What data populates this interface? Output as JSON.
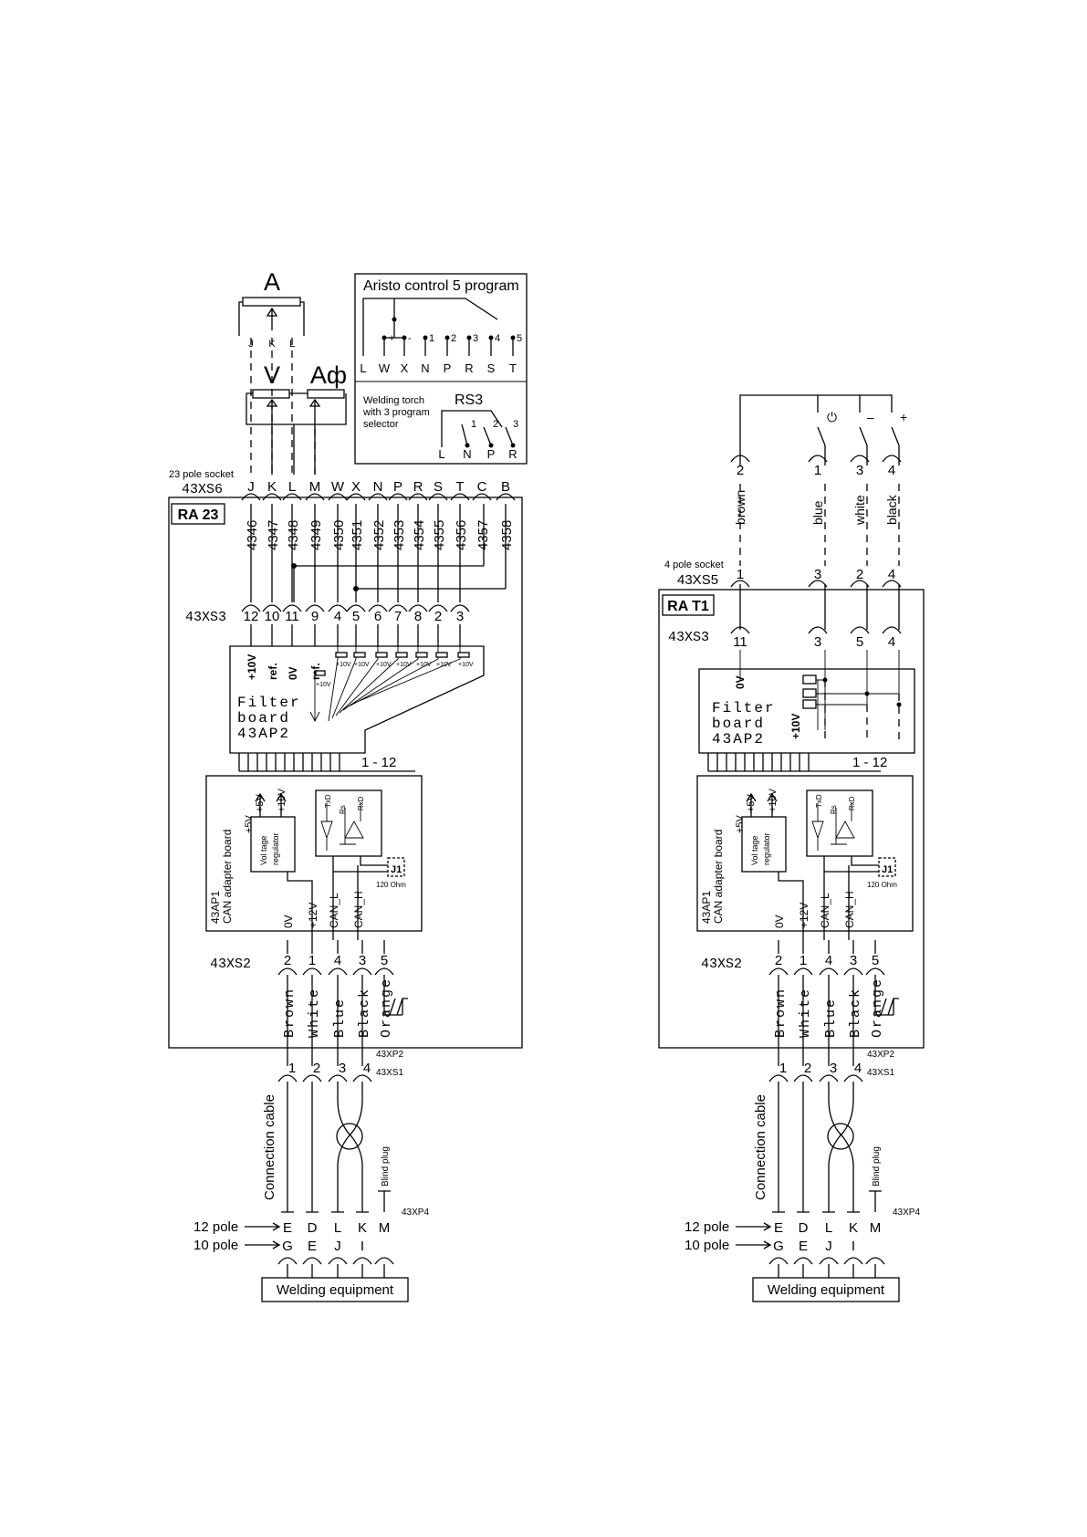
{
  "left": {
    "title": "RA 23",
    "pot_a": "A",
    "pot_a_pins": [
      "J",
      "K",
      "L"
    ],
    "pot_v": "V",
    "pot_aphi": "Aф",
    "aristo_title": "Aristo control 5 program",
    "aristo_switch_labels": [
      "+",
      "-",
      "1",
      "2",
      "3",
      "4",
      "5"
    ],
    "aristo_pins": [
      "L",
      "W",
      "X",
      "N",
      "P",
      "R",
      "S",
      "T"
    ],
    "torch_text": [
      "Welding torch",
      "with 3 program",
      "selector"
    ],
    "rs3_title": "RS3",
    "rs3_switch_labels": [
      "1",
      "2",
      "3"
    ],
    "rs3_pins": [
      "L",
      "N",
      "P",
      "R"
    ],
    "socket_caption": "23 pole socket",
    "socket_name": "43XS6",
    "socket_pins": [
      "J",
      "K",
      "L",
      "M",
      "W",
      "X",
      "N",
      "P",
      "R",
      "S",
      "T",
      "C",
      "B"
    ],
    "wire_numbers": [
      "4346",
      "4347",
      "4348",
      "4349",
      "4350",
      "4351",
      "4352",
      "4353",
      "4354",
      "4355",
      "4356",
      "4357",
      "4358"
    ],
    "xs3_name": "43XS3",
    "xs3_pins": [
      "12",
      "10",
      "11",
      "9",
      "4",
      "5",
      "6",
      "7",
      "8",
      "2",
      "3"
    ],
    "filter_signals": [
      "+10V",
      "ref.",
      "0V",
      "ref."
    ],
    "filter_small": [
      "+10V",
      "+10V",
      "+10V",
      "+10V",
      "+10V",
      "+10V",
      "+10V"
    ],
    "filter_lines": [
      "Filter",
      "board",
      "43AP2"
    ],
    "bus": "1 - 12"
  },
  "right": {
    "title": "RA T1",
    "switch_symbols": [
      "⏻",
      "–",
      "+"
    ],
    "plug_pins": [
      "2",
      "1",
      "3",
      "4"
    ],
    "wire_colors": [
      "brown",
      "blue",
      "white",
      "black"
    ],
    "socket_caption": "4 pole socket",
    "socket_name": "43XS5",
    "socket_pins": [
      "1",
      "3",
      "2",
      "4"
    ],
    "xs3_name": "43XS3",
    "xs3_pins": [
      "11",
      "3",
      "5",
      "4"
    ],
    "filter_signals": [
      "0V",
      "+10V"
    ],
    "filter_lines": [
      "Filter",
      "board",
      "43AP2"
    ],
    "bus": "1 - 12"
  },
  "can": {
    "regulator": [
      "Vol tage",
      "regulator"
    ],
    "outputs": [
      "+5V",
      "+10V"
    ],
    "txd": "TxD",
    "rs": "Rs",
    "rxd": "RxD",
    "j1": "J1",
    "ohm": "120 Ohm",
    "board_name": [
      "43AP1",
      "CAN adapter board"
    ],
    "signals": [
      "0V",
      "+12V",
      "CAN_L",
      "CAN_H"
    ],
    "xs2_name": "43XS2",
    "xs2_pins": [
      "2",
      "1",
      "4",
      "3",
      "5"
    ],
    "wire_colors": [
      "Brown",
      "White",
      "Blue",
      "Black",
      "Orange"
    ],
    "xp2": "43XP2",
    "xs1": "43XS1",
    "xs1_pins": [
      "1",
      "2",
      "3",
      "4"
    ],
    "connection_cable": "Connection cable",
    "blind_plug": "Blind plug",
    "xp4": "43XP4",
    "pole12_label": "12 pole",
    "pole12_pins": [
      "E",
      "D",
      "L",
      "K",
      "M"
    ],
    "pole10_label": "10 pole",
    "pole10_pins": [
      "G",
      "E",
      "J",
      "I"
    ],
    "equipment": "Welding equipment"
  }
}
